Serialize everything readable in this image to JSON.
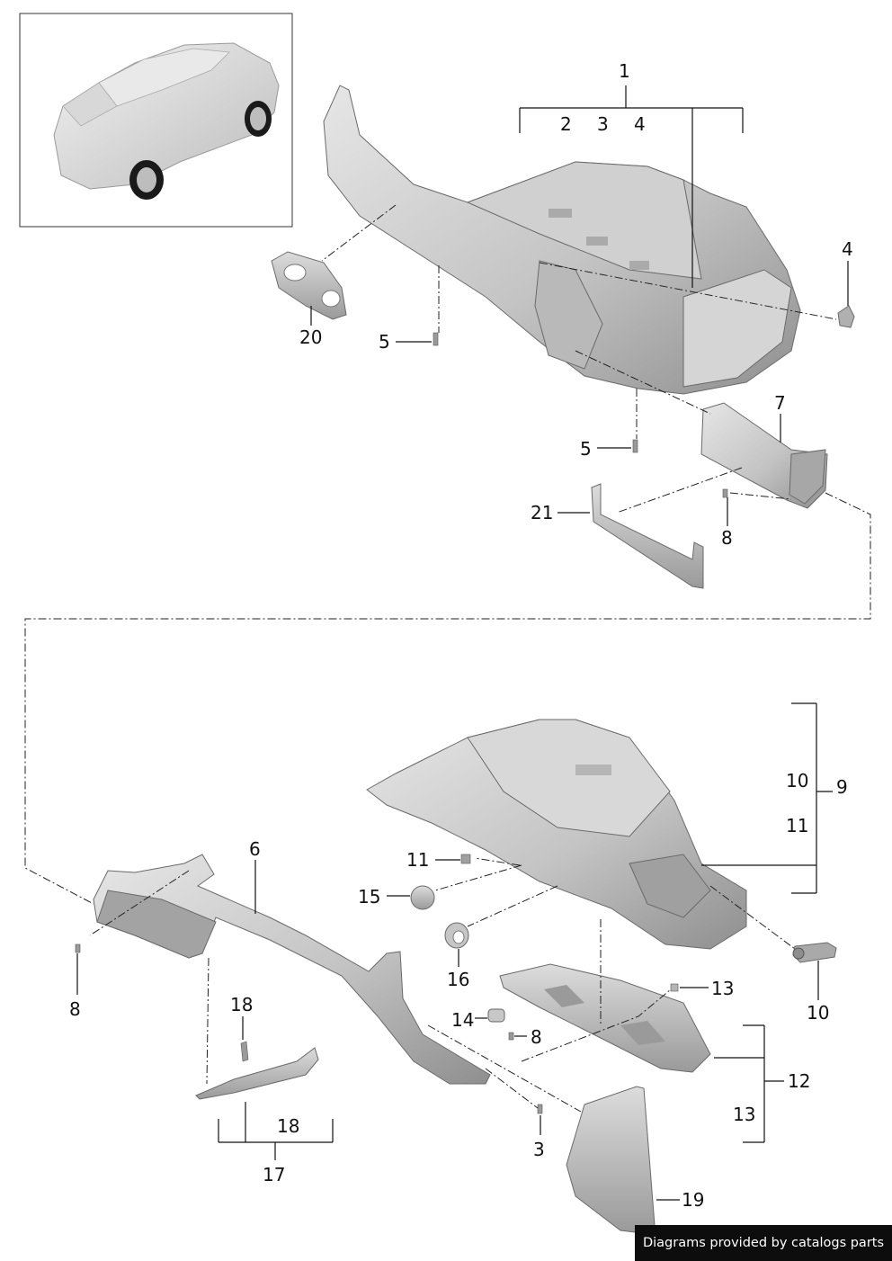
{
  "callouts": {
    "c1": "1",
    "c2": "2",
    "c3": "3",
    "c4": "4",
    "c4b": "4",
    "c20": "20",
    "c5a": "5",
    "c5b": "5",
    "c7": "7",
    "c21": "21",
    "c8a": "8",
    "c10a": "10",
    "c9": "9",
    "c11a": "11",
    "c11b": "11",
    "c15": "15",
    "c16": "16",
    "c6": "6",
    "c8b": "8",
    "c18a": "18",
    "c18b": "18",
    "c17": "17",
    "c13a": "13",
    "c10b": "10",
    "c14": "14",
    "c8c": "8",
    "c12": "12",
    "c13b": "13",
    "c3b": "3",
    "c19": "19"
  },
  "credit": "Diagrams provided by catalogs parts",
  "colors": {
    "part_fill": "#c9c9c9",
    "part_fill_dark": "#9e9e9e",
    "part_fill_light": "#e4e4e4",
    "credit_bg": "#0d0d0d"
  }
}
